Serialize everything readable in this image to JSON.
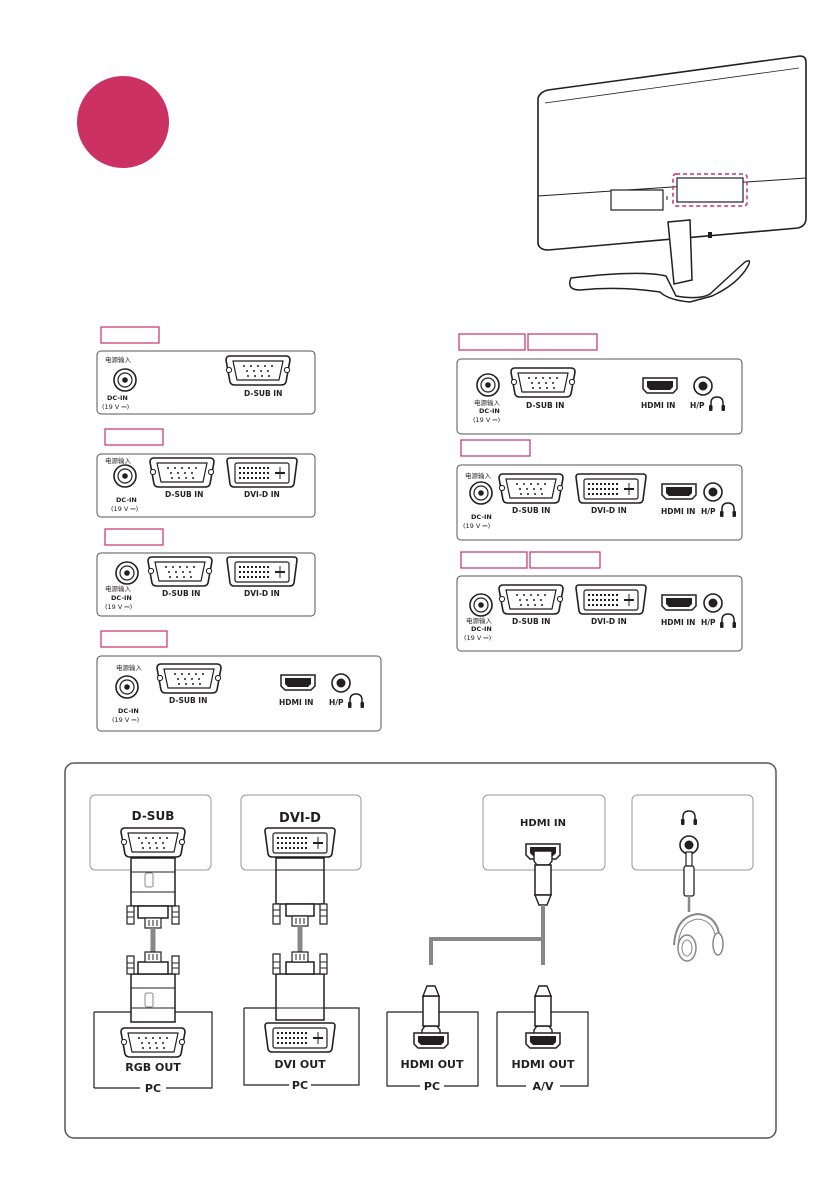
{
  "colors": {
    "accent": "#cc3163",
    "line": "#231f20",
    "panel_border": "#555555",
    "cable_gray": "#888888"
  },
  "panels": {
    "p1": {
      "power": "电源输入",
      "dcin": "DC-IN",
      "voltage": "(19 V ⎓)",
      "dsub": "D-SUB IN"
    },
    "p2": {
      "power": "电源输入",
      "dcin": "DC-IN",
      "voltage": "(19 V ⎓)",
      "dsub": "D-SUB IN",
      "dvi": "DVI-D IN"
    },
    "p3": {
      "power": "电源输入",
      "dcin": "DC-IN",
      "voltage": "(19 V ⎓)",
      "dsub": "D-SUB IN",
      "dvi": "DVI-D IN"
    },
    "p4": {
      "power": "电源输入",
      "dcin": "DC-IN",
      "voltage": "(19 V ⎓)",
      "dsub": "D-SUB IN",
      "hdmi": "HDMI IN",
      "hp": "H/P"
    },
    "p5": {
      "power": "电源输入",
      "dcin": "DC-IN",
      "voltage": "(19 V ⎓)",
      "dsub": "D-SUB IN",
      "hdmi": "HDMI IN",
      "hp": "H/P"
    },
    "p6": {
      "power": "电源输入",
      "dcin": "DC-IN",
      "voltage": "(19 V ⎓)",
      "dsub": "D-SUB IN",
      "dvi": "DVI-D IN",
      "hdmi": "HDMI IN",
      "hp": "H/P"
    },
    "p7": {
      "power": "电源输入",
      "dcin": "DC-IN",
      "voltage": "(19 V ⎓)",
      "dsub": "D-SUB IN",
      "dvi": "DVI-D IN",
      "hdmi": "HDMI IN",
      "hp": "H/P"
    }
  },
  "connections": {
    "dsub": "D-SUB",
    "dvid": "DVI-D",
    "hdmi_in": "HDMI IN",
    "rgb_out": "RGB OUT",
    "dvi_out": "DVI OUT",
    "hdmi_out_pc": "HDMI OUT",
    "hdmi_out_av": "HDMI OUT",
    "pc1": "PC",
    "pc2": "PC",
    "pc3": "PC",
    "av": "A/V"
  },
  "icons": {
    "headphone": "headphone-icon",
    "headset": "headset-icon"
  }
}
